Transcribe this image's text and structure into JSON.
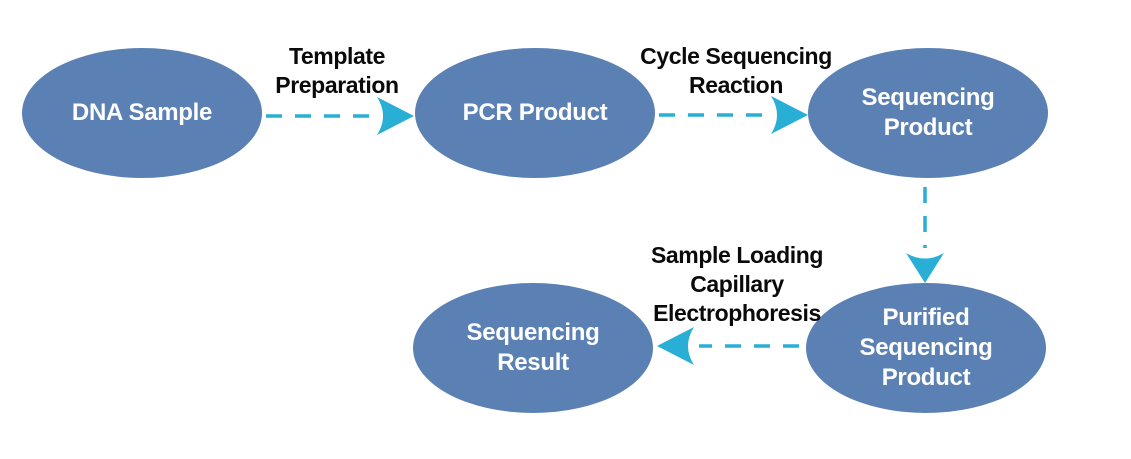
{
  "diagram": {
    "type": "flowchart",
    "nodes": [
      {
        "id": "dna-sample",
        "label": "DNA Sample"
      },
      {
        "id": "pcr-product",
        "label": "PCR Product"
      },
      {
        "id": "sequencing-product",
        "label": "Sequencing Product"
      },
      {
        "id": "purified-sequencing-product",
        "label": "Purified Sequencing Product"
      },
      {
        "id": "sequencing-result",
        "label": "Sequencing Result"
      }
    ],
    "edges": [
      {
        "from": "dna-sample",
        "to": "pcr-product",
        "direction": "right",
        "label": "Template Preparation",
        "label_lines": [
          "Template",
          "Preparation"
        ]
      },
      {
        "from": "pcr-product",
        "to": "sequencing-product",
        "direction": "right",
        "label": "Cycle Sequencing Reaction",
        "label_lines": [
          "Cycle Sequencing",
          "Reaction"
        ]
      },
      {
        "from": "sequencing-product",
        "to": "purified-sequencing-product",
        "direction": "down",
        "label": "",
        "label_lines": []
      },
      {
        "from": "purified-sequencing-product",
        "to": "sequencing-result",
        "direction": "left",
        "label": "Sample Loading Capillary Electrophoresis",
        "label_lines": [
          "Sample Loading",
          "Capillary",
          "Electrophoresis"
        ]
      }
    ],
    "colors": {
      "node_fill": "#5B80B4",
      "node_text": "#FFFFFF",
      "arrow": "#29AFD6",
      "label_text": "#0A0A0A",
      "background": "#FFFFFF"
    }
  }
}
